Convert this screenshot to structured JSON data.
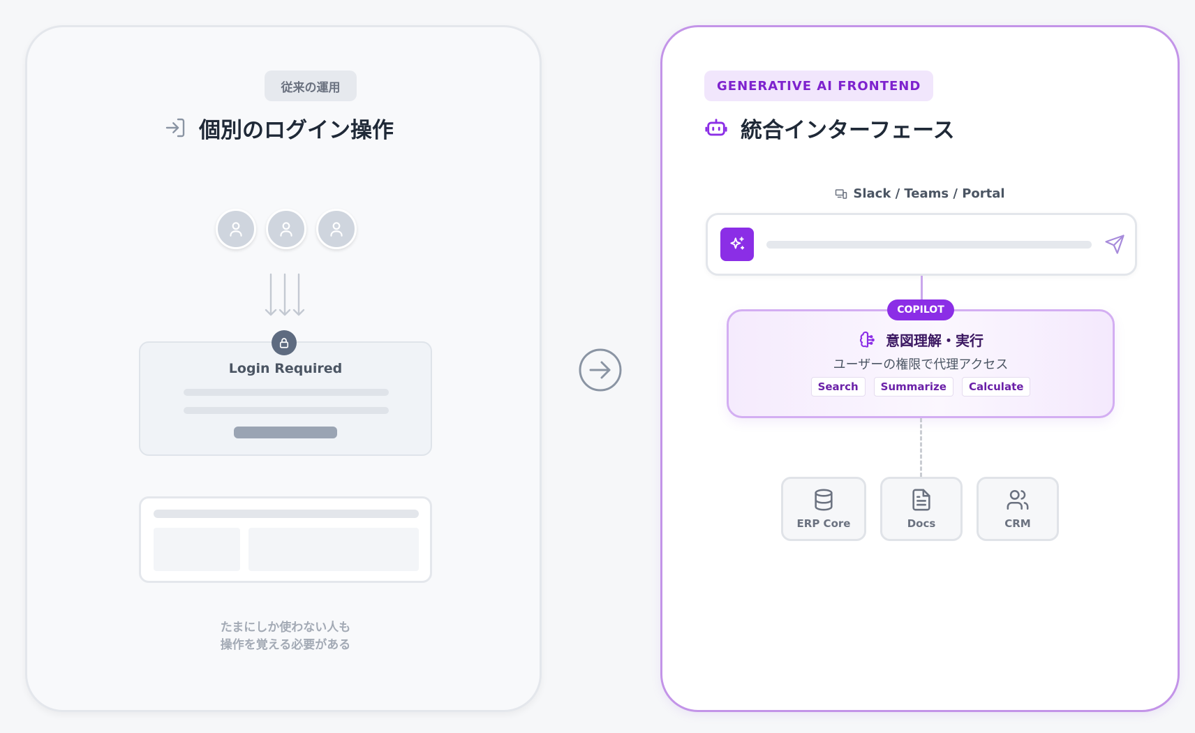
{
  "left_panel": {
    "badge": "従来の運用",
    "title": "個別のログイン操作",
    "login_box": {
      "title": "Login Required"
    },
    "caption_line1": "たまにしか使わない人も",
    "caption_line2": "操作を覚える必要がある"
  },
  "right_panel": {
    "badge": "GENERATIVE AI FRONTEND",
    "title": "統合インターフェース",
    "channels": "Slack / Teams / Portal",
    "copilot": {
      "badge": "COPILOT",
      "title": "意図理解・実行",
      "subtitle": "ユーザーの権限で代理アクセス",
      "actions": [
        "Search",
        "Summarize",
        "Calculate"
      ]
    },
    "systems": [
      {
        "label": "ERP Core",
        "icon": "database-icon"
      },
      {
        "label": "Docs",
        "icon": "document-icon"
      },
      {
        "label": "CRM",
        "icon": "users-icon"
      }
    ]
  },
  "colors": {
    "accent_purple": "#8b2ee6",
    "left_border": "#e4e7ec",
    "right_border": "#c394e8",
    "muted_grey": "#9aa4b3"
  }
}
